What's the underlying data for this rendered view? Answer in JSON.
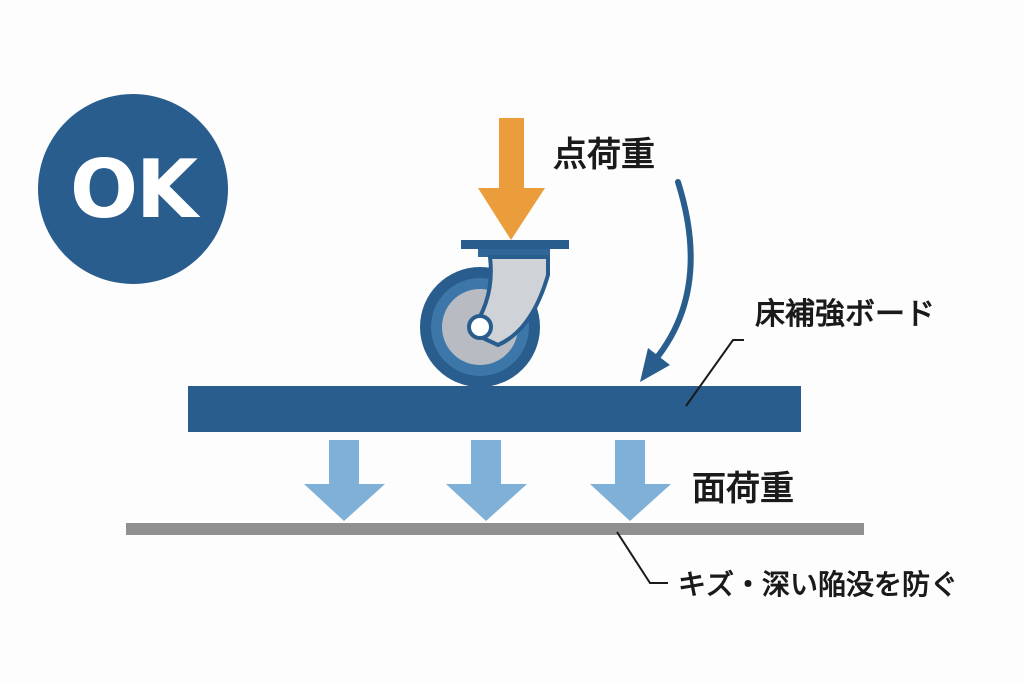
{
  "badge": {
    "text": "OK"
  },
  "labels": {
    "point_load": "点荷重",
    "board": "床補強ボード",
    "surface_load": "面荷重",
    "protect": "キズ・深い陥没を防ぐ"
  },
  "colors": {
    "navy": "#285d8e",
    "orange": "#ec9d3b",
    "light_blue": "#7eb0d8",
    "gray": "#909090",
    "caster_gray": "#b8bcc2"
  }
}
